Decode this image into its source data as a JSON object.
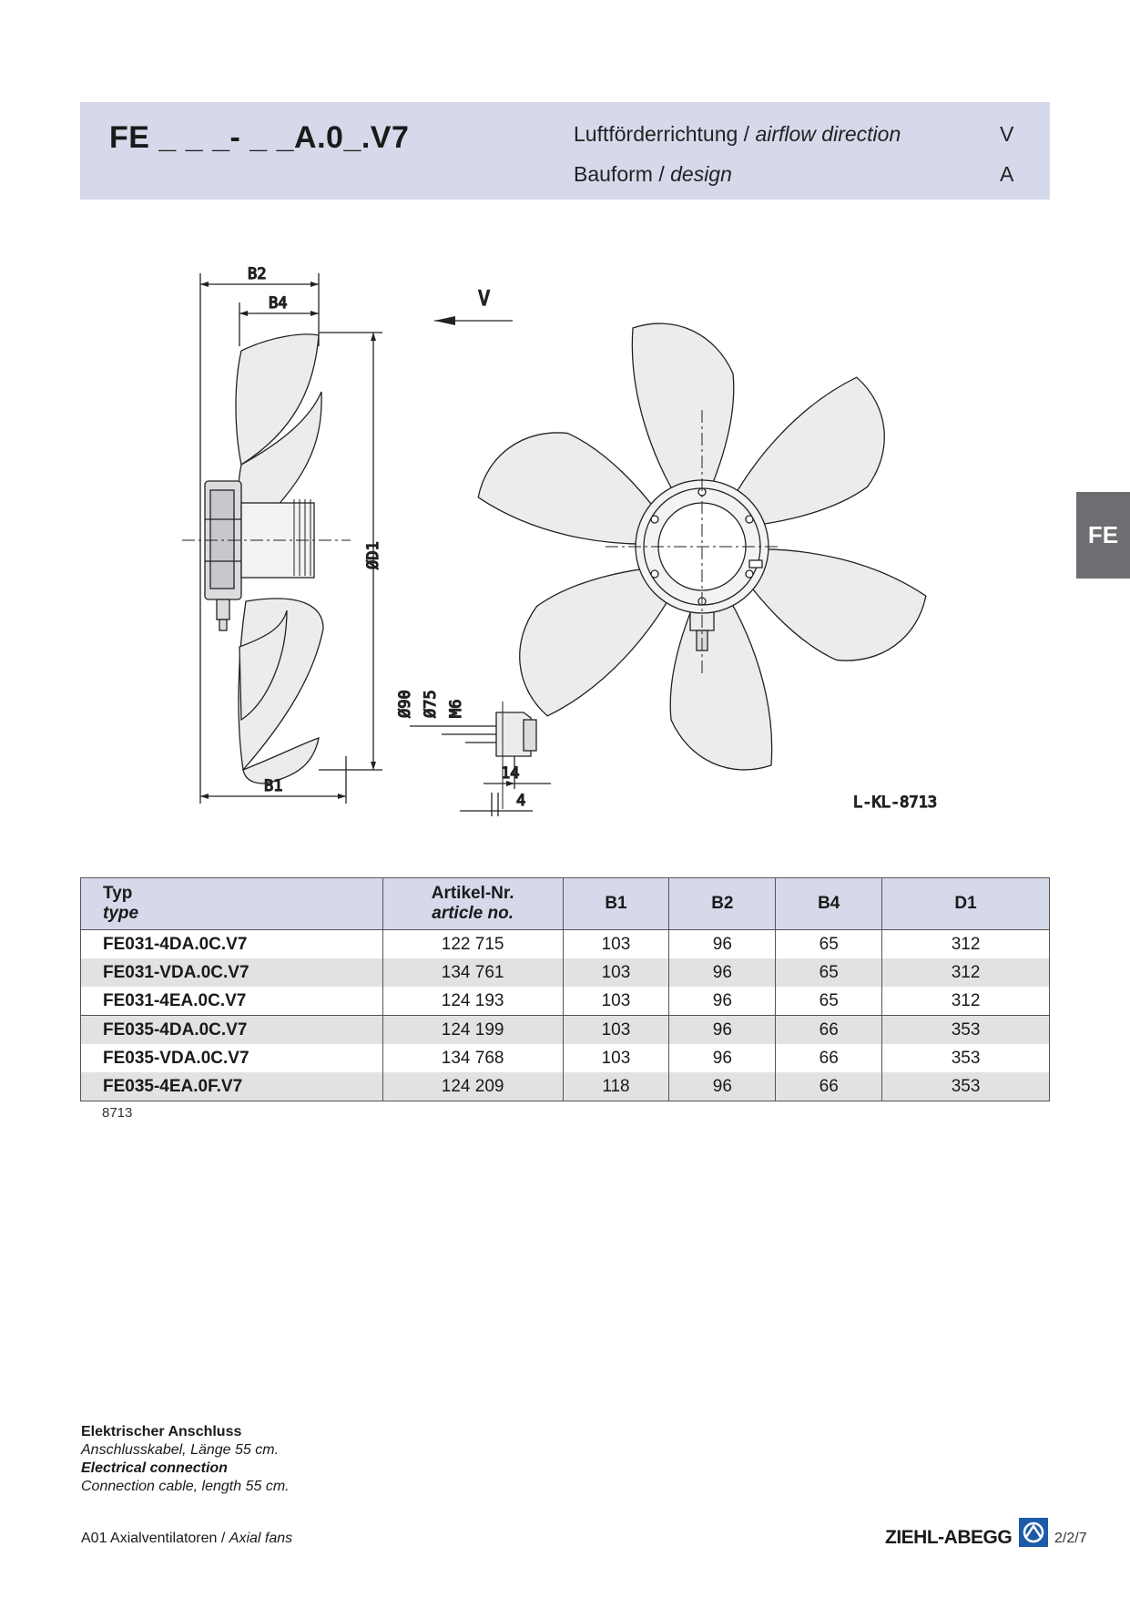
{
  "header": {
    "model_code": "FE _ _ _- _ _A.0_.V7",
    "airflow_label_de": "Luftförderrichtung / ",
    "airflow_label_en": "airflow direction",
    "airflow_value": "V",
    "design_label_de": "Bauform  / ",
    "design_label_en": "design",
    "design_value": "A"
  },
  "side_tab": "FE",
  "drawing": {
    "labels": {
      "b2": "B2",
      "b4": "B4",
      "b1": "B1",
      "d1": "ØD1",
      "d90": "Ø90",
      "d75": "Ø75",
      "m6": "M6",
      "dim14": "14",
      "dim4": "4",
      "v": "V",
      "drawing_id": "L-KL-8713"
    },
    "icons": [
      "airflow-arrow-icon",
      "fan-front-view-icon",
      "fan-side-view-icon"
    ]
  },
  "table": {
    "headers": {
      "type_de": "Typ",
      "type_en": "type",
      "article_de": "Artikel-Nr.",
      "article_en": "article no.",
      "b1": "B1",
      "b2": "B2",
      "b4": "B4",
      "d1": "D1"
    },
    "rows": [
      {
        "type": "FE031-4DA.0C.V7",
        "article": "122 715",
        "b1": "103",
        "b2": "96",
        "b4": "65",
        "d1": "312"
      },
      {
        "type": "FE031-VDA.0C.V7",
        "article": "134 761",
        "b1": "103",
        "b2": "96",
        "b4": "65",
        "d1": "312"
      },
      {
        "type": "FE031-4EA.0C.V7",
        "article": "124 193",
        "b1": "103",
        "b2": "96",
        "b4": "65",
        "d1": "312"
      },
      {
        "type": "FE035-4DA.0C.V7",
        "article": "124 199",
        "b1": "103",
        "b2": "96",
        "b4": "66",
        "d1": "353"
      },
      {
        "type": "FE035-VDA.0C.V7",
        "article": "134 768",
        "b1": "103",
        "b2": "96",
        "b4": "66",
        "d1": "353"
      },
      {
        "type": "FE035-4EA.0F.V7",
        "article": "124 209",
        "b1": "118",
        "b2": "96",
        "b4": "66",
        "d1": "353"
      }
    ],
    "note": "8713"
  },
  "connection": {
    "title_de": "Elektrischer Anschluss",
    "text_de": "Anschlusskabel, Länge 55 cm.",
    "title_en": "Electrical connection",
    "text_en": "Connection cable, length 55 cm."
  },
  "footer": {
    "section_de": "A01 Axialventilatoren / ",
    "section_en": "Axial fans",
    "brand": "ZIEHL-ABEGG",
    "page": "2/2/7"
  },
  "colors": {
    "header_band": "#d5d9ea",
    "row_alt": "#e2e2e4",
    "side_tab": "#6d6e71",
    "brand_blue": "#1d5aa8"
  }
}
